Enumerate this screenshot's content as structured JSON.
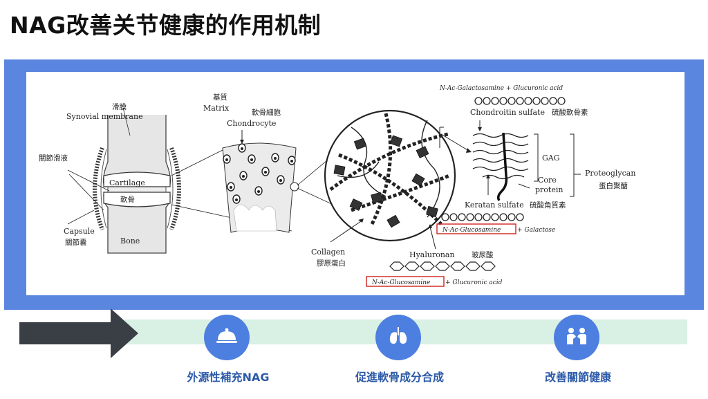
{
  "title": "NAG改善关节健康的作用机制",
  "diagram": {
    "synovial_cn": "滑膜",
    "synovial_en": "Synovial membrane",
    "synovial_fluid_cn": "關節滑液",
    "cartilage_en": "Cartilage",
    "cartilage_cn": "軟骨",
    "capsule_en": "Capsule",
    "capsule_cn": "關節囊",
    "bone_en": "Bone",
    "matrix_cn": "基質",
    "matrix_en": "Matrix",
    "chondrocyte_cn": "軟骨細胞",
    "chondrocyte_en": "Chondrocyte",
    "collagen_en": "Collagen",
    "collagen_cn": "膠原蛋白",
    "hyaluronan_en": "Hyaluronan",
    "hyaluronan_cn": "玻尿酸",
    "galnac_formula": "N-Ac-Galactosamine + Glucuronic acid",
    "chondroitin_en": "Chondroitin sulfate",
    "chondroitin_cn": "硫酸軟骨素",
    "gag": "GAG",
    "core_protein_1": "Core",
    "core_protein_2": "protein",
    "proteoglycan_en": "Proteoglycan",
    "proteoglycan_cn": "蛋白聚醣",
    "keratan_en": "Keratan sulfate",
    "keratan_cn": "硫酸角質素",
    "glcnac_1": "N-Ac-Glucosamine",
    "galactose": "+ Galactose",
    "glcnac_2": "N-Ac-Glucosamine",
    "glucuronic": "+ Glucuronic acid"
  },
  "steps": [
    {
      "label": "外源性補充NAG",
      "icon": "food-cloche-icon"
    },
    {
      "label": "促進軟骨成分合成",
      "icon": "lungs-icon"
    },
    {
      "label": "改善關節健康",
      "icon": "people-handshake-icon"
    }
  ],
  "colors": {
    "frame": "#5a86df",
    "circle": "#4d7fe0",
    "track": "#d9f0e4",
    "arrow": "#3a3f45",
    "highlight": "#d0312d",
    "step_text": "#2c5aa8"
  }
}
